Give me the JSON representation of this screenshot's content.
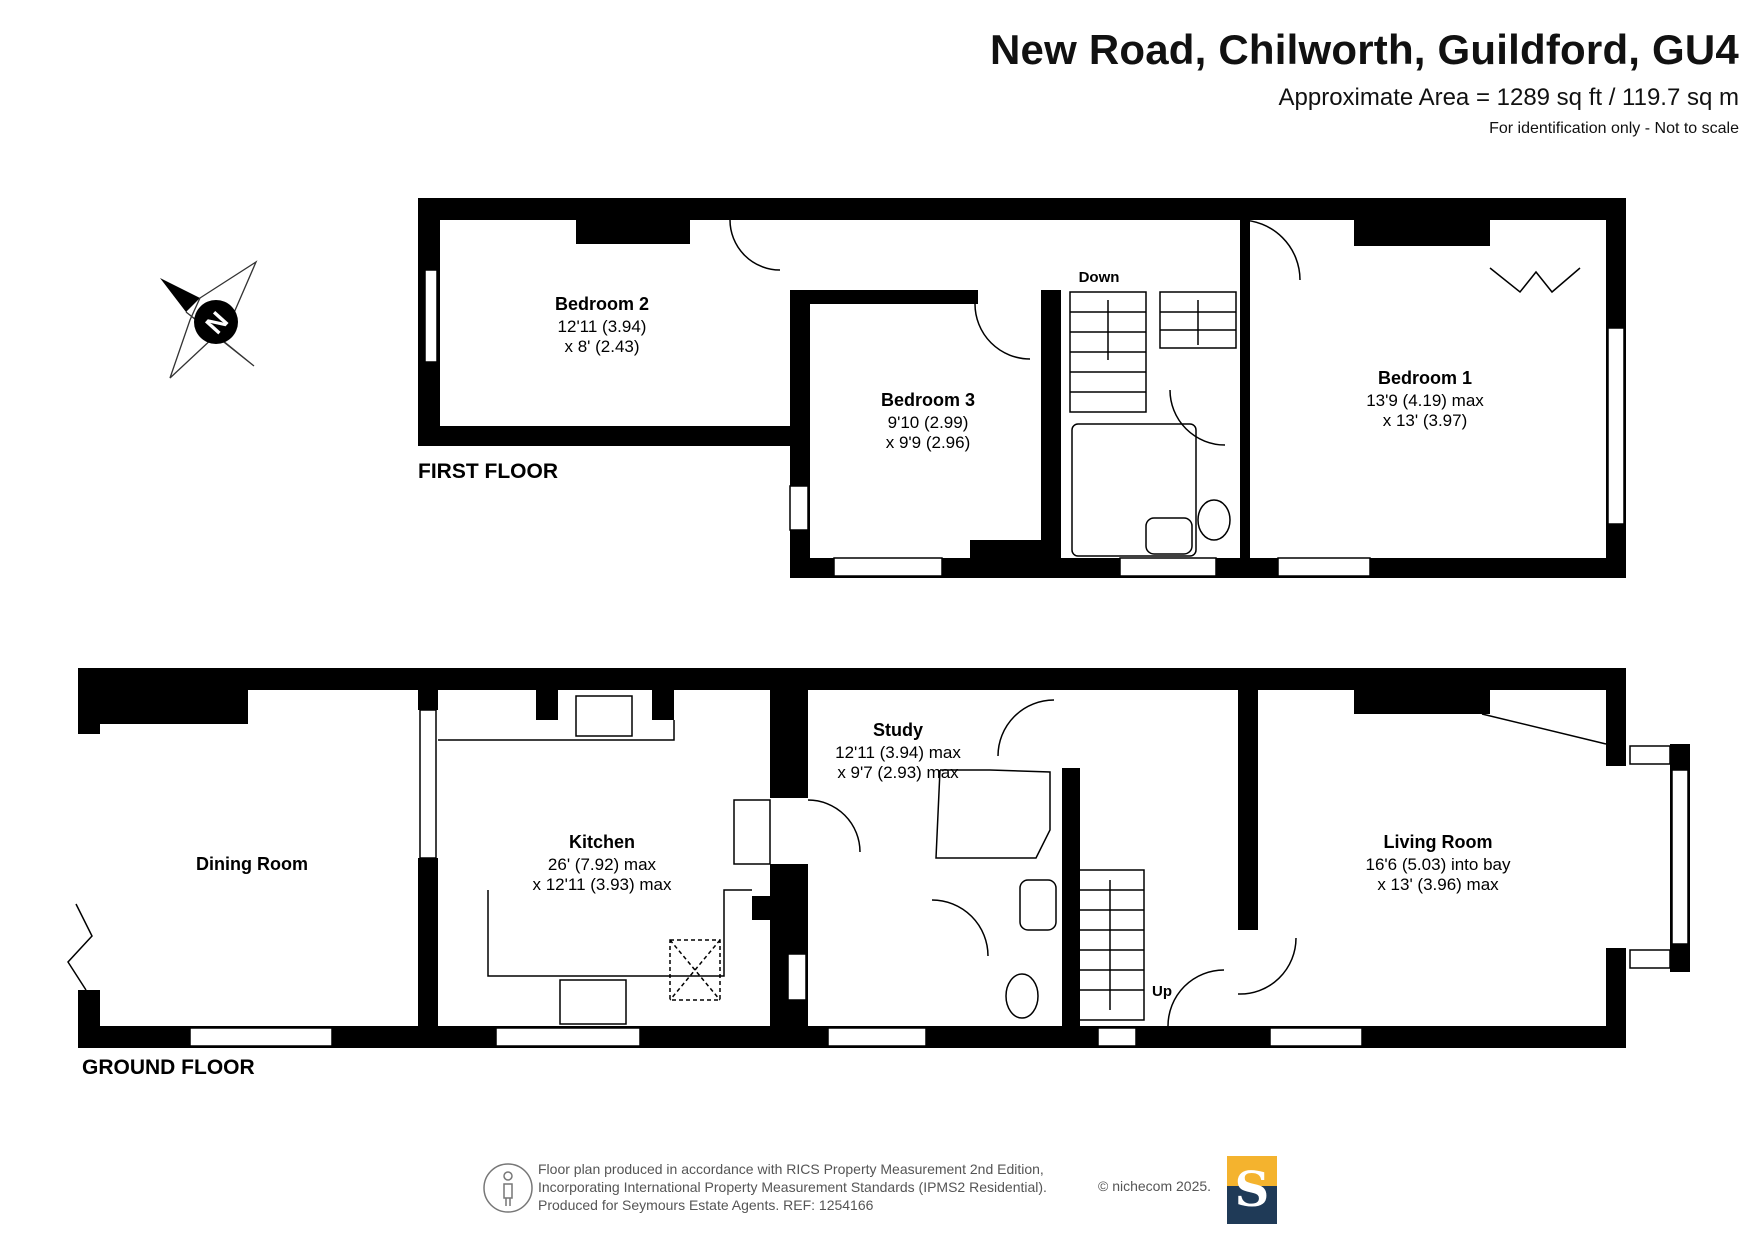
{
  "header": {
    "title": "New Road, Chilworth, Guildford, GU4",
    "area": "Approximate Area = 1289 sq ft / 119.7 sq m",
    "note": "For identification only - Not to scale"
  },
  "compass": {
    "label": "N"
  },
  "first_floor": {
    "label": "FIRST FLOOR",
    "down_label": "Down",
    "rooms": [
      {
        "name": "Bedroom 2",
        "dim1": "12'11 (3.94)",
        "dim2": "x 8' (2.43)"
      },
      {
        "name": "Bedroom 3",
        "dim1": "9'10 (2.99)",
        "dim2": "x 9'9 (2.96)"
      },
      {
        "name": "Bedroom 1",
        "dim1": "13'9 (4.19) max",
        "dim2": "x 13' (3.97)"
      }
    ]
  },
  "ground_floor": {
    "label": "GROUND FLOOR",
    "up_label": "Up",
    "rooms": [
      {
        "name": "Dining Room"
      },
      {
        "name": "Kitchen",
        "dim1": "26' (7.92) max",
        "dim2": "x 12'11 (3.93) max"
      },
      {
        "name": "Study",
        "dim1": "12'11 (3.94) max",
        "dim2": "x 9'7 (2.93) max"
      },
      {
        "name": "Living Room",
        "dim1": "16'6 (5.03) into bay",
        "dim2": "x 13' (3.96) max"
      }
    ]
  },
  "footer": {
    "line1": "Floor plan produced in accordance with RICS Property Measurement 2nd Edition,",
    "line2": "Incorporating International Property Measurement Standards (IPMS2 Residential).",
    "line3": "Produced for Seymours Estate Agents.   REF: 1254166",
    "copyright": "© nichecom 2025.",
    "logo_letter": "S"
  },
  "colors": {
    "wall": "#000000",
    "logo_navy": "#1f3a57",
    "logo_gold": "#f4b32e"
  }
}
